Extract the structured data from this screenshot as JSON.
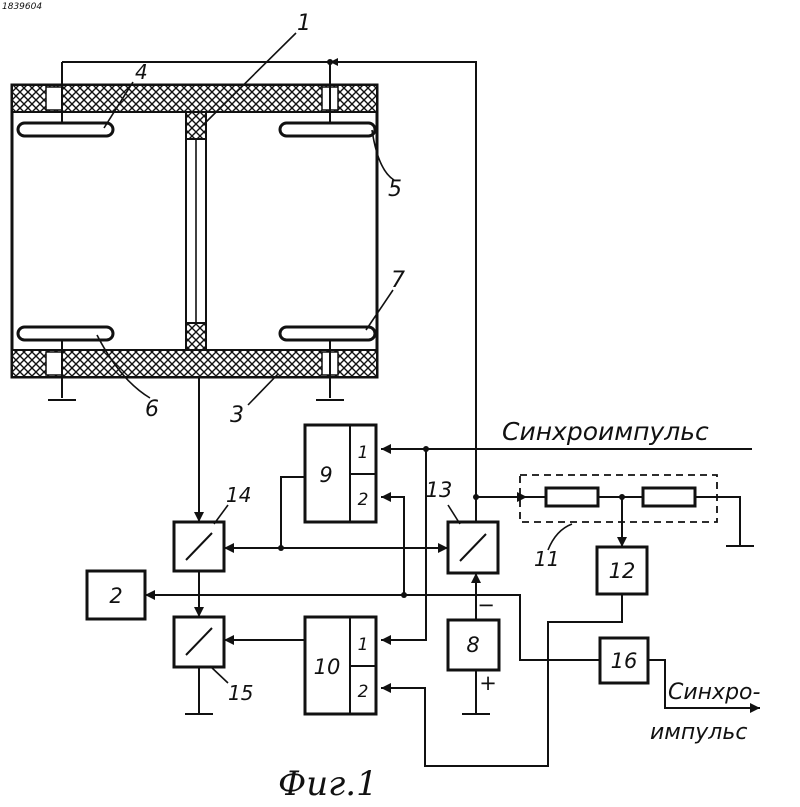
{
  "header_code": "1839604",
  "figure_caption": "Фиг.1",
  "sync_in_label": "Синхроимпульс",
  "sync_out_label_line1": "Синхро-",
  "sync_out_label_line2": "импульс",
  "callouts": {
    "c1": "1",
    "c3": "3",
    "c4": "4",
    "c5": "5",
    "c6": "6",
    "c7": "7",
    "c11": "11",
    "c14": "14",
    "c15": "15"
  },
  "blocks": {
    "b2": "2",
    "b8": "8",
    "b9": "9",
    "b9_in1": "1",
    "b9_in2": "2",
    "b10": "10",
    "b10_in1": "1",
    "b10_in2": "2",
    "b12": "12",
    "b13": "13",
    "b16": "16"
  },
  "polarity": {
    "minus": "−",
    "plus": "+"
  }
}
